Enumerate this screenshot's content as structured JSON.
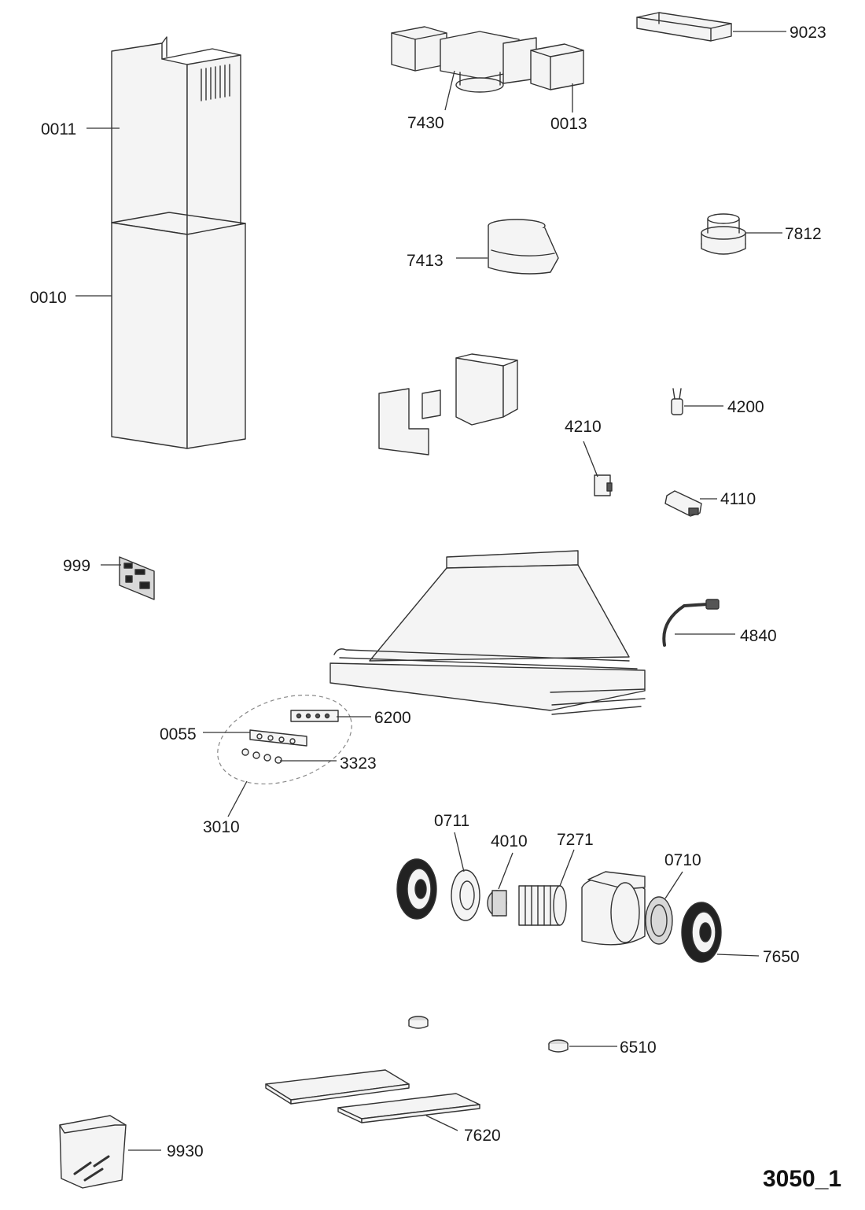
{
  "parts": {
    "p0011": "0011",
    "p0010": "0010",
    "p7430": "7430",
    "p0013": "0013",
    "p9023": "9023",
    "p7413": "7413",
    "p7812": "7812",
    "p4200": "4200",
    "p4210": "4210",
    "p4110": "4110",
    "p999": "999",
    "p4840": "4840",
    "p6200": "6200",
    "p0055": "0055",
    "p3323": "3323",
    "p3010": "3010",
    "p0711": "0711",
    "p4010": "4010",
    "p7271": "7271",
    "p0710": "0710",
    "p7650": "7650",
    "p6510": "6510",
    "p7620": "7620",
    "p9930": "9930"
  },
  "diagram_code": "3050_1"
}
